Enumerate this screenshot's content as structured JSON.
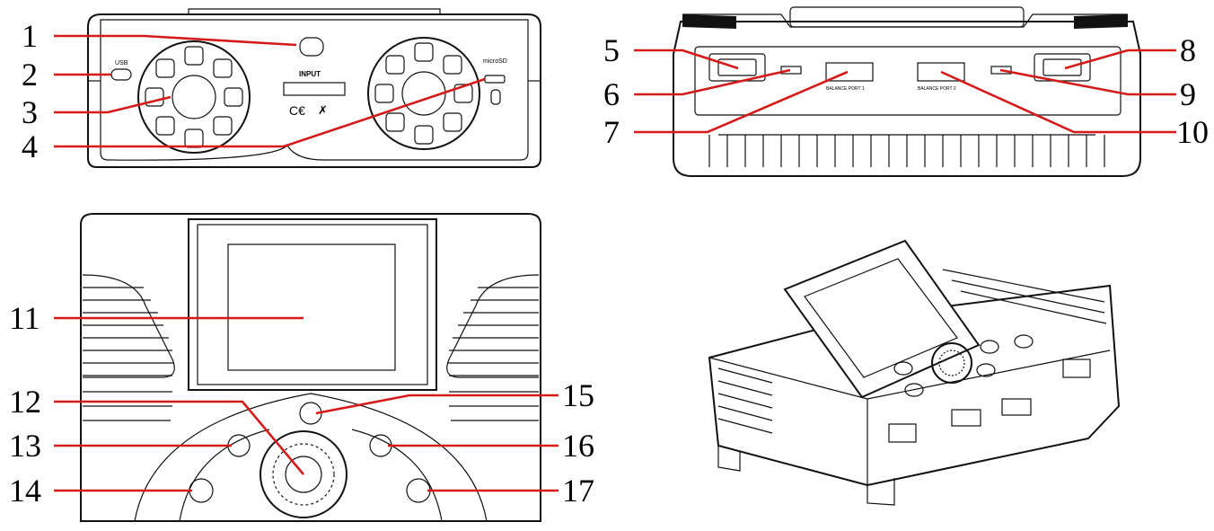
{
  "panels": {
    "top_left": {
      "usb_label": "USB",
      "input_label": "INPUT",
      "microsd_label": "microSD"
    },
    "top_right": {
      "balance_port_1_label": "BALANCE PORT 1",
      "balance_port_2_label": "BALANCE PORT 2"
    }
  },
  "callouts": [
    {
      "id": "1",
      "label": "1"
    },
    {
      "id": "2",
      "label": "2"
    },
    {
      "id": "3",
      "label": "3"
    },
    {
      "id": "4",
      "label": "4"
    },
    {
      "id": "5",
      "label": "5"
    },
    {
      "id": "6",
      "label": "6"
    },
    {
      "id": "7",
      "label": "7"
    },
    {
      "id": "8",
      "label": "8"
    },
    {
      "id": "9",
      "label": "9"
    },
    {
      "id": "10",
      "label": "10"
    },
    {
      "id": "11",
      "label": "11"
    },
    {
      "id": "12",
      "label": "12"
    },
    {
      "id": "13",
      "label": "13"
    },
    {
      "id": "14",
      "label": "14"
    },
    {
      "id": "15",
      "label": "15"
    },
    {
      "id": "16",
      "label": "16"
    },
    {
      "id": "17",
      "label": "17"
    }
  ],
  "colors": {
    "callout_line": "#d61a1a",
    "outline": "#111111",
    "background": "#ffffff"
  }
}
